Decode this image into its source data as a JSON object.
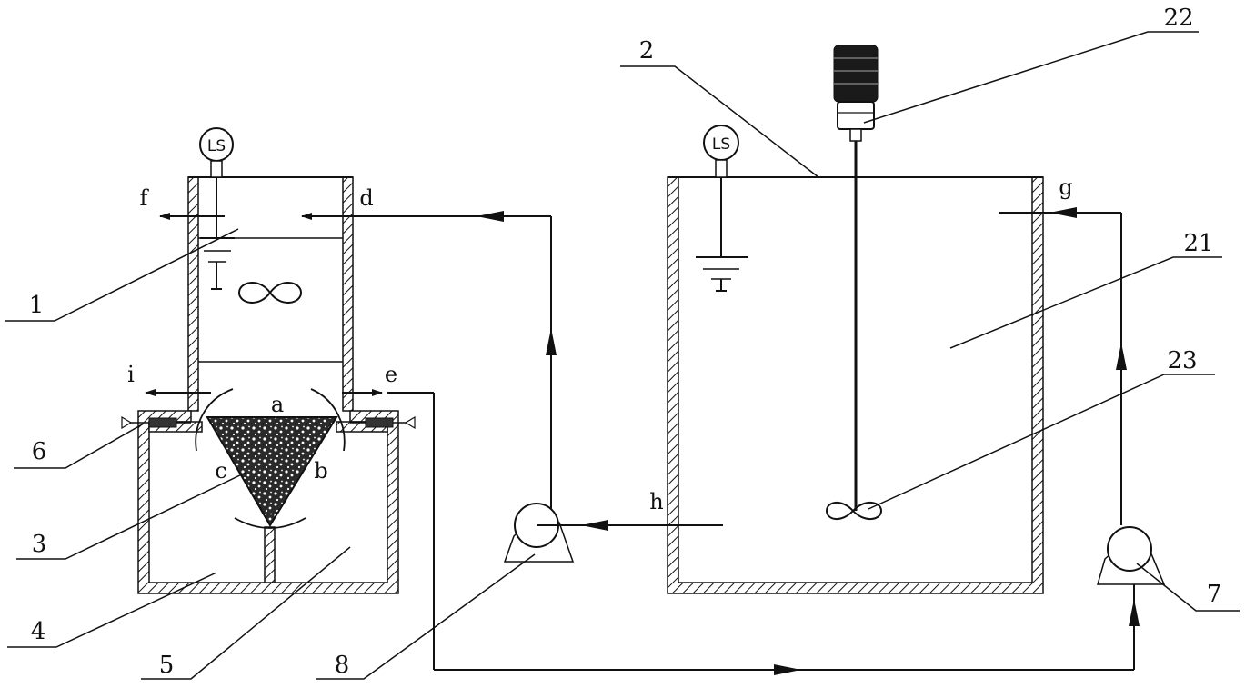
{
  "level_switch": {
    "left": "LS",
    "right": "LS"
  },
  "callouts": {
    "c1": "1",
    "c2": "2",
    "c3": "3",
    "c4": "4",
    "c5": "5",
    "c6": "6",
    "c7": "7",
    "c8": "8",
    "c21": "21",
    "c22": "22",
    "c23": "23"
  },
  "ports": {
    "a": "a",
    "b": "b",
    "c": "c",
    "d": "d",
    "e": "e",
    "f": "f",
    "g": "g",
    "h": "h",
    "i": "i"
  }
}
